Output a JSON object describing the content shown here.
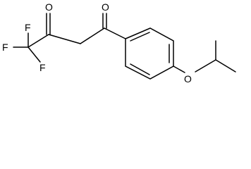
{
  "molecule": {
    "atoms": {
      "f_top": "F",
      "f_left": "F",
      "f_bottom": "F",
      "o_ketone_cf3": "O",
      "o_ketone_aryl": "O",
      "o_ether": "O"
    }
  },
  "colors": {
    "bond": "#000000",
    "label": "#000000",
    "background": "#ffffff"
  }
}
